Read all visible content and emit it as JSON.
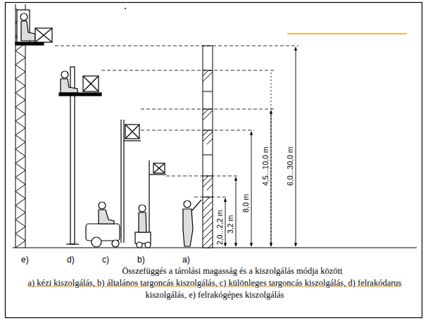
{
  "diagram": {
    "caption": "Összefüggés a tárolási magasság és a kiszolgálás módja között",
    "labels": [
      "e)",
      "d)",
      "c)",
      "b)",
      "a)",
      "2,0...2,2 m",
      "3,2 m",
      "8,0 m",
      "4,5...10,0 m",
      "6,0...30,0 m",
      "a) kézi kiszolgálás, b) általános targoncás kiszolgálás, c) különleges targoncás kiszolgálás, d) felrakódarus kiszolgálás, e) felrakógépes kiszolgálás"
    ]
  }
}
